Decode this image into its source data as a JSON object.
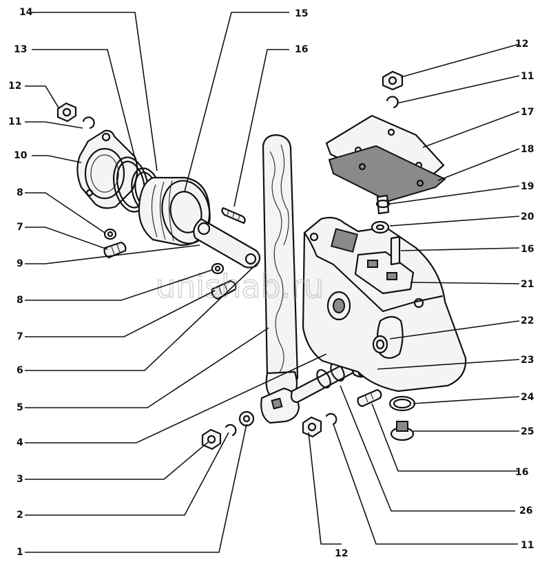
{
  "watermark": "unishab.ru",
  "callouts": [
    {
      "id": "c-14-top",
      "label": "14"
    },
    {
      "id": "c-15-top",
      "label": "15"
    },
    {
      "id": "c-13-top",
      "label": "13"
    },
    {
      "id": "c-16-top",
      "label": "16"
    },
    {
      "id": "c-12-left",
      "label": "12"
    },
    {
      "id": "c-11-left",
      "label": "11"
    },
    {
      "id": "c-10",
      "label": "10"
    },
    {
      "id": "c-8-upper",
      "label": "8"
    },
    {
      "id": "c-7-upper",
      "label": "7"
    },
    {
      "id": "c-9",
      "label": "9"
    },
    {
      "id": "c-8-lower",
      "label": "8"
    },
    {
      "id": "c-7-lower",
      "label": "7"
    },
    {
      "id": "c-6",
      "label": "6"
    },
    {
      "id": "c-5",
      "label": "5"
    },
    {
      "id": "c-4",
      "label": "4"
    },
    {
      "id": "c-3",
      "label": "3"
    },
    {
      "id": "c-2",
      "label": "2"
    },
    {
      "id": "c-1",
      "label": "1"
    },
    {
      "id": "c-12-bottom",
      "label": "12"
    },
    {
      "id": "c-11-bottom",
      "label": "11"
    },
    {
      "id": "c-26",
      "label": "26"
    },
    {
      "id": "c-16-bottom",
      "label": "16"
    },
    {
      "id": "c-25",
      "label": "25"
    },
    {
      "id": "c-24",
      "label": "24"
    },
    {
      "id": "c-23",
      "label": "23"
    },
    {
      "id": "c-22",
      "label": "22"
    },
    {
      "id": "c-21",
      "label": "21"
    },
    {
      "id": "c-16-mid",
      "label": "16"
    },
    {
      "id": "c-20",
      "label": "20"
    },
    {
      "id": "c-19",
      "label": "19"
    },
    {
      "id": "c-18",
      "label": "18"
    },
    {
      "id": "c-17",
      "label": "17"
    },
    {
      "id": "c-11-right",
      "label": "11"
    },
    {
      "id": "c-12-right",
      "label": "12"
    }
  ]
}
